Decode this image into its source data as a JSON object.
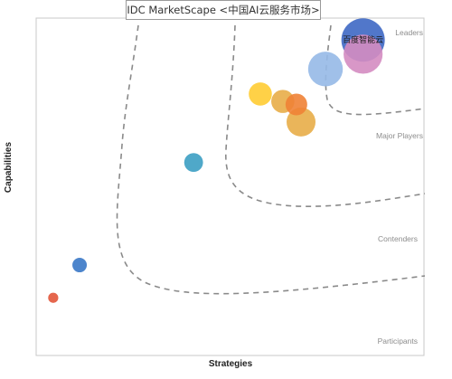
{
  "chart_data": {
    "type": "scatter",
    "title": "IDC MarketScape <中国AI云服务市场>",
    "xlabel": "Strategies",
    "ylabel": "Capabilities",
    "xlim": [
      0,
      100
    ],
    "ylim": [
      0,
      100
    ],
    "grid": false,
    "regions": [
      "Leaders",
      "Major Players",
      "Contenders",
      "Participants"
    ],
    "points": [
      {
        "x": 84.3,
        "y": 89.3,
        "size": 2.7,
        "color": "#d48cc1",
        "label": ""
      },
      {
        "x": 74.6,
        "y": 84.9,
        "size": 2.4,
        "color": "#96b9e7",
        "label": ""
      },
      {
        "x": 84.3,
        "y": 93.5,
        "size": 3.0,
        "color": "#3e68c4",
        "label": "百度智能云"
      },
      {
        "x": 68.3,
        "y": 69.2,
        "size": 2.0,
        "color": "#e8ad48",
        "label": ""
      },
      {
        "x": 63.6,
        "y": 75.3,
        "size": 1.6,
        "color": "#e8ad48",
        "label": ""
      },
      {
        "x": 67.1,
        "y": 74.4,
        "size": 1.5,
        "color": "#ef8235",
        "label": ""
      },
      {
        "x": 57.8,
        "y": 77.5,
        "size": 1.6,
        "color": "#ffcc33",
        "label": ""
      },
      {
        "x": 40.6,
        "y": 57.2,
        "size": 1.3,
        "color": "#3c9fc3",
        "label": ""
      },
      {
        "x": 11.2,
        "y": 26.8,
        "size": 1.0,
        "color": "#3a78c6",
        "label": ""
      },
      {
        "x": 4.4,
        "y": 17.1,
        "size": 0.7,
        "color": "#e2553a",
        "label": ""
      }
    ]
  }
}
